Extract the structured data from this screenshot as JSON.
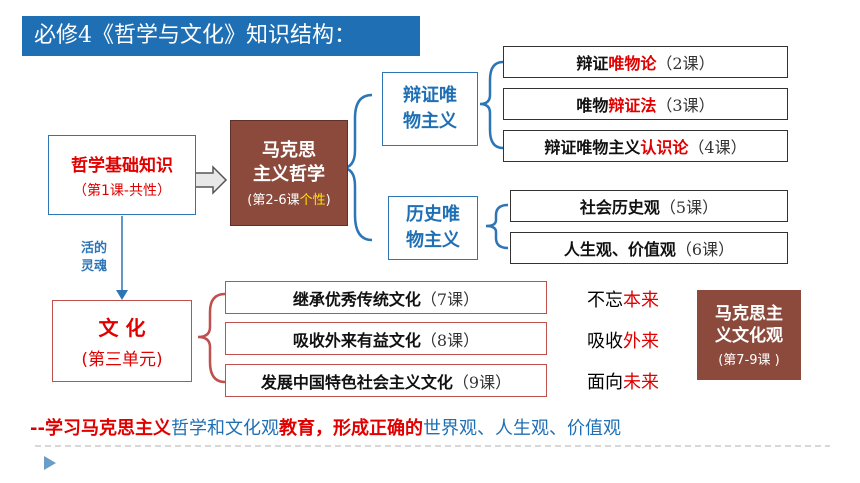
{
  "header": {
    "title": "必修4《哲学与文化》知识结构："
  },
  "basics": {
    "pre": "哲学",
    "main": "基础知识",
    "sub": "（第1课-共性）"
  },
  "soul": {
    "line1": "活的",
    "line2": "灵魂"
  },
  "marx": {
    "line1": "马克思",
    "line2": "主义哲学",
    "sub_pre": "(第2-6课",
    "sub_hl": "个性",
    "sub_post": ")"
  },
  "dialectical": {
    "line1": "辩证唯",
    "line2": "物主义"
  },
  "historical": {
    "line1": "历史唯",
    "line2": "物主义"
  },
  "items": [
    {
      "pre": "辩证",
      "hl": "唯物论",
      "post": "",
      "lesson": "（2课）"
    },
    {
      "pre": "唯物",
      "hl": "辩证法",
      "post": "",
      "lesson": "（3课）"
    },
    {
      "pre": "辩证唯物主义",
      "hl": "认识论",
      "post": "",
      "lesson": "（4课）"
    },
    {
      "pre": "社会历史观",
      "hl": "",
      "post": "",
      "lesson": "（5课）"
    },
    {
      "pre": "人生观、价值观",
      "hl": "",
      "post": "",
      "lesson": "（6课）"
    }
  ],
  "culture": {
    "line1": "文 化",
    "line2": "(第三单元)"
  },
  "culture_items": [
    {
      "text": "继承优秀传统文化",
      "lesson": "（7课）",
      "side_pre": "不忘",
      "side_hl": "本来"
    },
    {
      "text": "吸收外来有益文化",
      "lesson": "（8课）",
      "side_pre": "吸收",
      "side_hl": "外来"
    },
    {
      "text": "发展中国特色社会主义文化",
      "lesson": "（9课）",
      "side_pre": "面向",
      "side_hl": "未来"
    }
  ],
  "marx_culture": {
    "line1": "马克思主",
    "line2": "义文化观",
    "sub": "(第7-9课 )"
  },
  "footer": {
    "p1": "--学习马克思主义",
    "p2": "哲学和文化观",
    "p3": "教育，形成正确的",
    "p4": "世界观、人生观、价值观"
  },
  "colors": {
    "blue": "#2e75b6",
    "red": "#e00000",
    "brown": "#8b4a3c",
    "title_bg": "#1f6fb5"
  }
}
